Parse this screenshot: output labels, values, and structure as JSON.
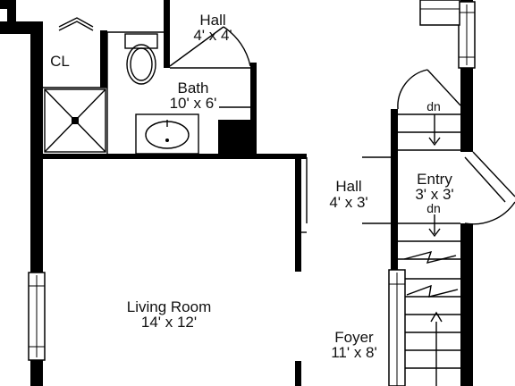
{
  "floorplan": {
    "rooms": [
      {
        "key": "hall_top",
        "name": "Hall",
        "dims": "4' x 4'"
      },
      {
        "key": "closet",
        "name": "CL",
        "dims": ""
      },
      {
        "key": "bath",
        "name": "Bath",
        "dims": "10' x 6'"
      },
      {
        "key": "hall_mid",
        "name": "Hall",
        "dims": "4' x 3'"
      },
      {
        "key": "entry",
        "name": "Entry",
        "dims": "3' x 3'"
      },
      {
        "key": "living",
        "name": "Living Room",
        "dims": "14' x 12'"
      },
      {
        "key": "foyer",
        "name": "Foyer",
        "dims": "11' x 8'"
      }
    ],
    "stairs": {
      "upper_label": "dn",
      "lower_label": "dn"
    }
  }
}
